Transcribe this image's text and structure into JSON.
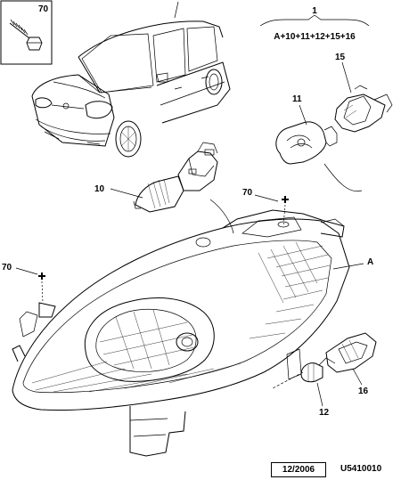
{
  "callouts": {
    "screw": "70",
    "assembly": "1",
    "assembly_formula": "A+10+11+12+15+16",
    "socket_15": "15",
    "bulb_11": "11",
    "bulb_10": "10",
    "screw_top": "70",
    "screw_left": "70",
    "headlamp": "A",
    "socket_16": "16",
    "bulb_12": "12"
  },
  "footer": {
    "date": "12/2006",
    "reference": "U5410010"
  }
}
